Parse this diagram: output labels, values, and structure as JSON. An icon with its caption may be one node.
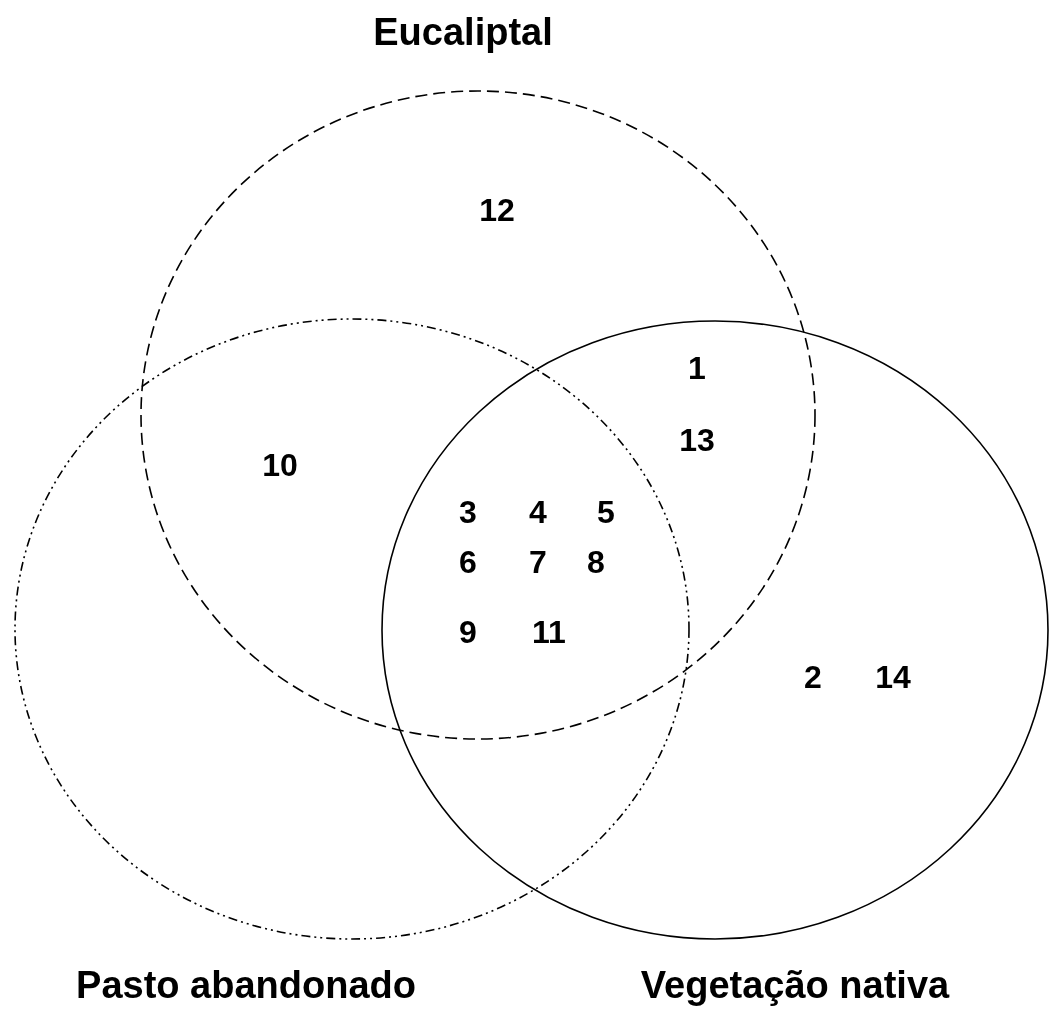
{
  "diagram": {
    "nodes": [
      {
        "text": [
          "Eucaliptal"
        ]
      },
      {
        "text": [
          "Pasto abandonado"
        ]
      },
      {
        "text": [
          "Vegetação nativa"
        ]
      }
    ],
    "labels": [
      "12",
      "1",
      "13",
      "10",
      "3",
      "4",
      "5",
      "6",
      "7",
      "8",
      "9",
      "11",
      "2",
      "14"
    ]
  }
}
